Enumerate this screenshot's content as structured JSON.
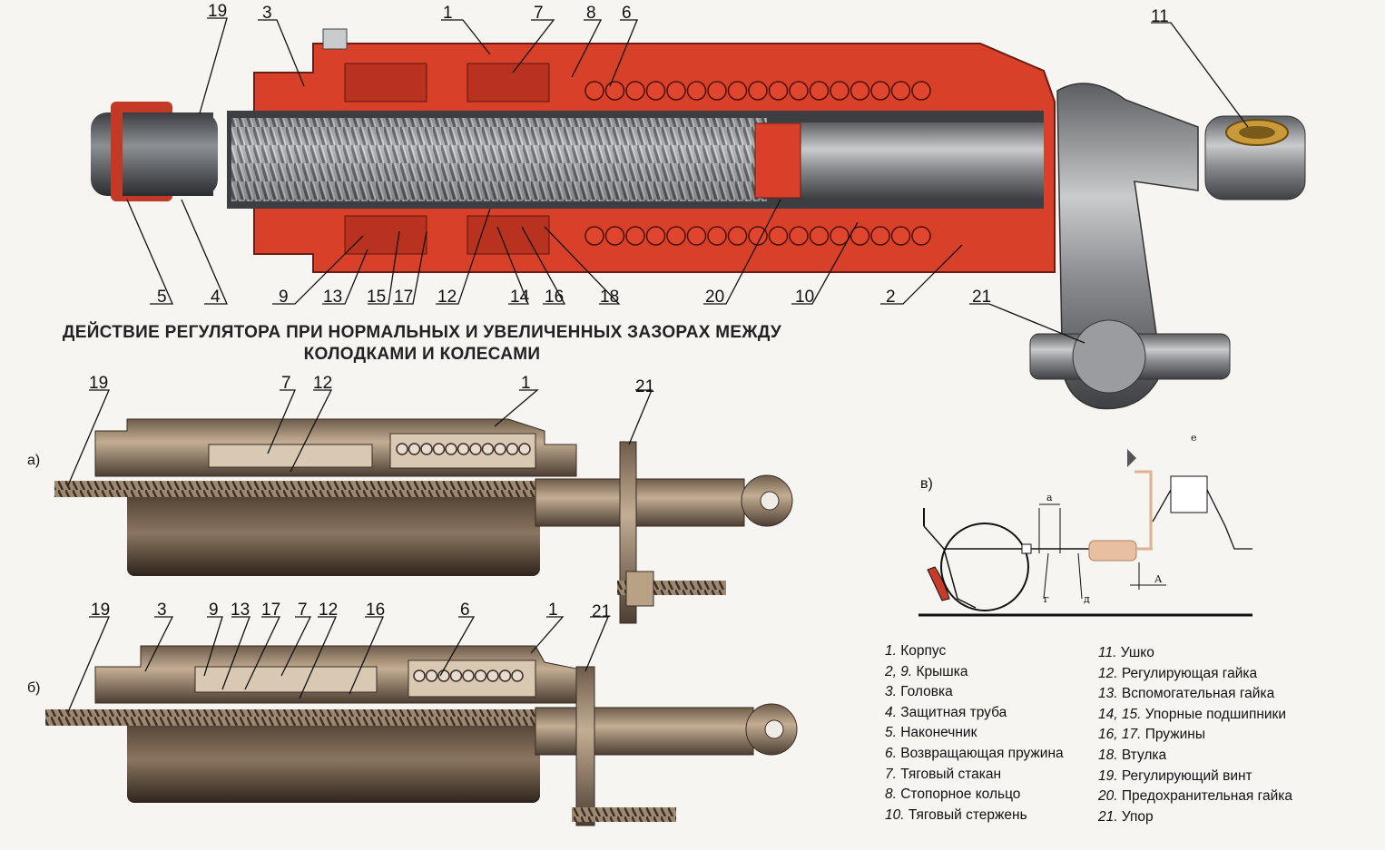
{
  "title": {
    "line1": "ДЕЙСТВИЕ РЕГУЛЯТОРА ПРИ НОРМАЛЬНЫХ И УВЕЛИЧЕННЫХ ЗАЗОРАХ МЕЖДУ",
    "line2": "КОЛОДКАМИ И КОЛЕСАМИ"
  },
  "top_callouts": {
    "n19": "19",
    "n3": "3",
    "n1": "1",
    "n7": "7",
    "n8": "8",
    "n6": "6",
    "n11": "11",
    "n5": "5",
    "n4": "4",
    "n9": "9",
    "n13": "13",
    "n15": "15",
    "n17": "17",
    "n12": "12",
    "n14": "14",
    "n16": "16",
    "n18": "18",
    "n20": "20",
    "n10": "10",
    "n2": "2",
    "n21": "21"
  },
  "view_a": {
    "label": "а)",
    "callouts": {
      "n19": "19",
      "n7": "7",
      "n12": "12",
      "n1": "1",
      "n21": "21"
    }
  },
  "view_b": {
    "label": "б)",
    "callouts": {
      "n19": "19",
      "n3": "3",
      "n9": "9",
      "n13": "13",
      "n17": "17",
      "n7": "7",
      "n12": "12",
      "n16": "16",
      "n6": "6",
      "n1": "1",
      "n21": "21"
    }
  },
  "scheme_v": {
    "label": "в)",
    "marks": {
      "e": "е",
      "a": "а",
      "g": "г",
      "d": "д",
      "A": "А"
    }
  },
  "legend_left": [
    {
      "num": "1.",
      "text": "Корпус"
    },
    {
      "num": "2, 9.",
      "text": "Крышка"
    },
    {
      "num": "3.",
      "text": "Головка"
    },
    {
      "num": "4.",
      "text": "Защитная труба"
    },
    {
      "num": "5.",
      "text": "Наконечник"
    },
    {
      "num": "6.",
      "text": "Возвращающая пружина"
    },
    {
      "num": "7.",
      "text": "Тяговый стакан"
    },
    {
      "num": "8.",
      "text": "Стопорное кольцо"
    },
    {
      "num": "10.",
      "text": "Тяговый стержень"
    }
  ],
  "legend_right": [
    {
      "num": "11.",
      "text": "Ушко"
    },
    {
      "num": "12.",
      "text": "Регулирующая гайка"
    },
    {
      "num": "13.",
      "text": "Вспомогательная гайка"
    },
    {
      "num": "14, 15.",
      "text": "Упорные подшипники"
    },
    {
      "num": "16, 17.",
      "text": "Пружины"
    },
    {
      "num": "18.",
      "text": "Втулка"
    },
    {
      "num": "19.",
      "text": "Регулирующий винт"
    },
    {
      "num": "20.",
      "text": "Предохранительная гайка"
    },
    {
      "num": "21.",
      "text": "Упор"
    }
  ],
  "colors": {
    "red_body": "#d8402a",
    "dark_red": "#9a2a1a",
    "steel": "#7d7f82",
    "bronze": "#a28c73",
    "dark_bronze": "#5a4a3c",
    "brass": "#c99a3a"
  }
}
